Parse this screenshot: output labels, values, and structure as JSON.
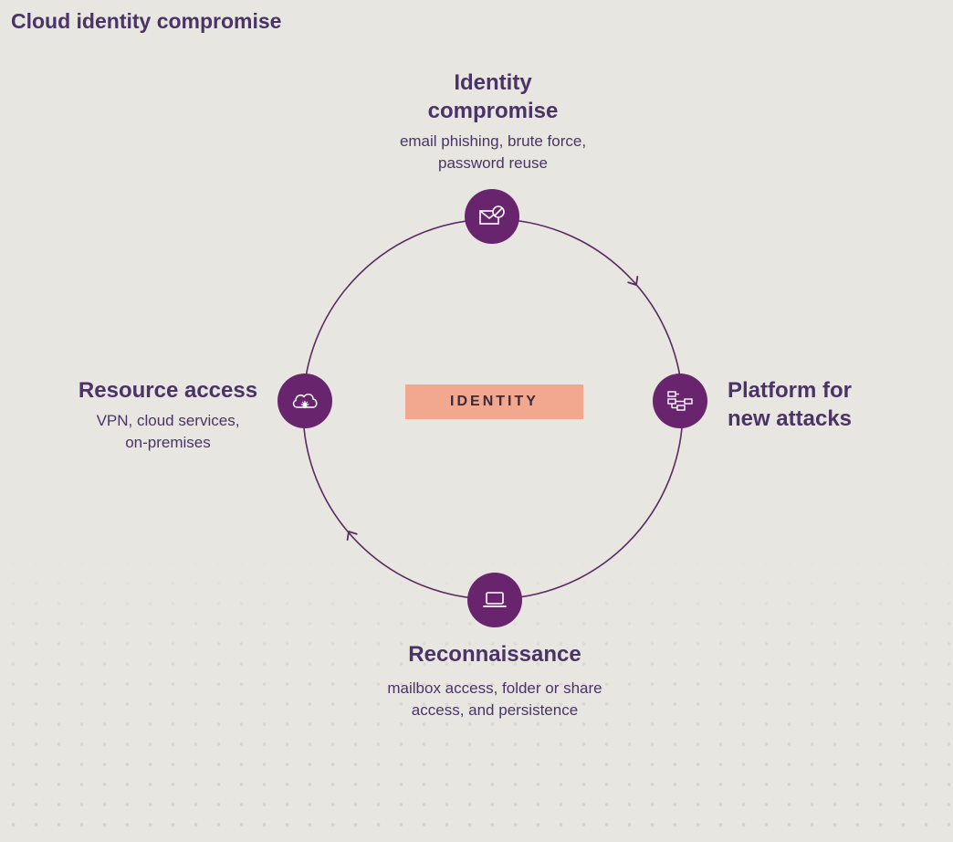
{
  "page": {
    "title": "Cloud identity compromise"
  },
  "center_label": "IDENTITY",
  "colors": {
    "background": "#e8e6e1",
    "node_fill": "#68256e",
    "ring_stroke": "#5a2a63",
    "center_tag": "#f2a88e",
    "text": "#4a3366"
  },
  "stages": {
    "identity_compromise": {
      "title": "Identity\ncompromise",
      "description": "email phishing, brute force,\npassword reuse",
      "icon": "email-blocked-icon"
    },
    "platform": {
      "title": "Platform for\nnew attacks",
      "icon": "network-nodes-icon"
    },
    "reconnaissance": {
      "title": "Reconnaissance",
      "description": "mailbox access, folder or share\naccess, and persistence",
      "icon": "laptop-icon"
    },
    "resource_access": {
      "title": "Resource access",
      "description": "VPN, cloud services,\non-premises",
      "icon": "cloud-gear-icon"
    }
  }
}
